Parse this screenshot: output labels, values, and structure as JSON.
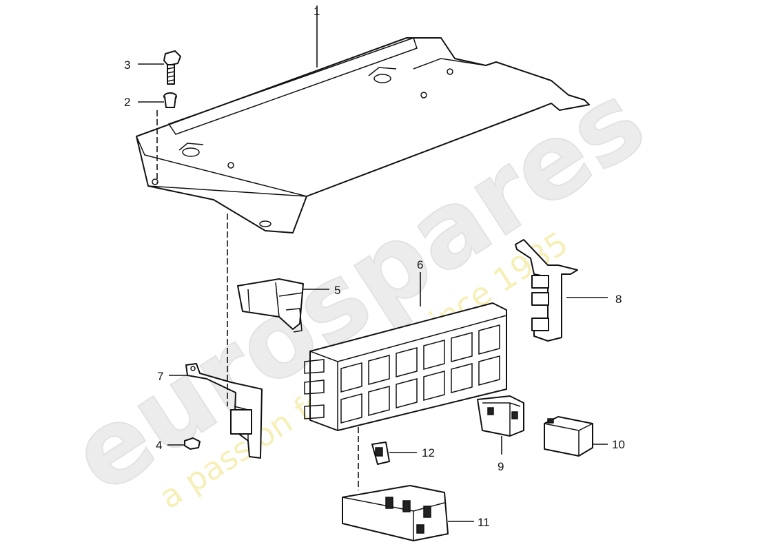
{
  "watermark": {
    "logo_text": "eurospares",
    "tagline": "a passion for parts since 1985"
  },
  "callouts": [
    "1",
    "2",
    "3",
    "4",
    "5",
    "6",
    "7",
    "8",
    "9",
    "10",
    "11",
    "12"
  ],
  "colors": {
    "line": "#111111",
    "background": "#ffffff",
    "watermark_logo": "#ececec",
    "watermark_tagline": "#f6f0b8"
  }
}
